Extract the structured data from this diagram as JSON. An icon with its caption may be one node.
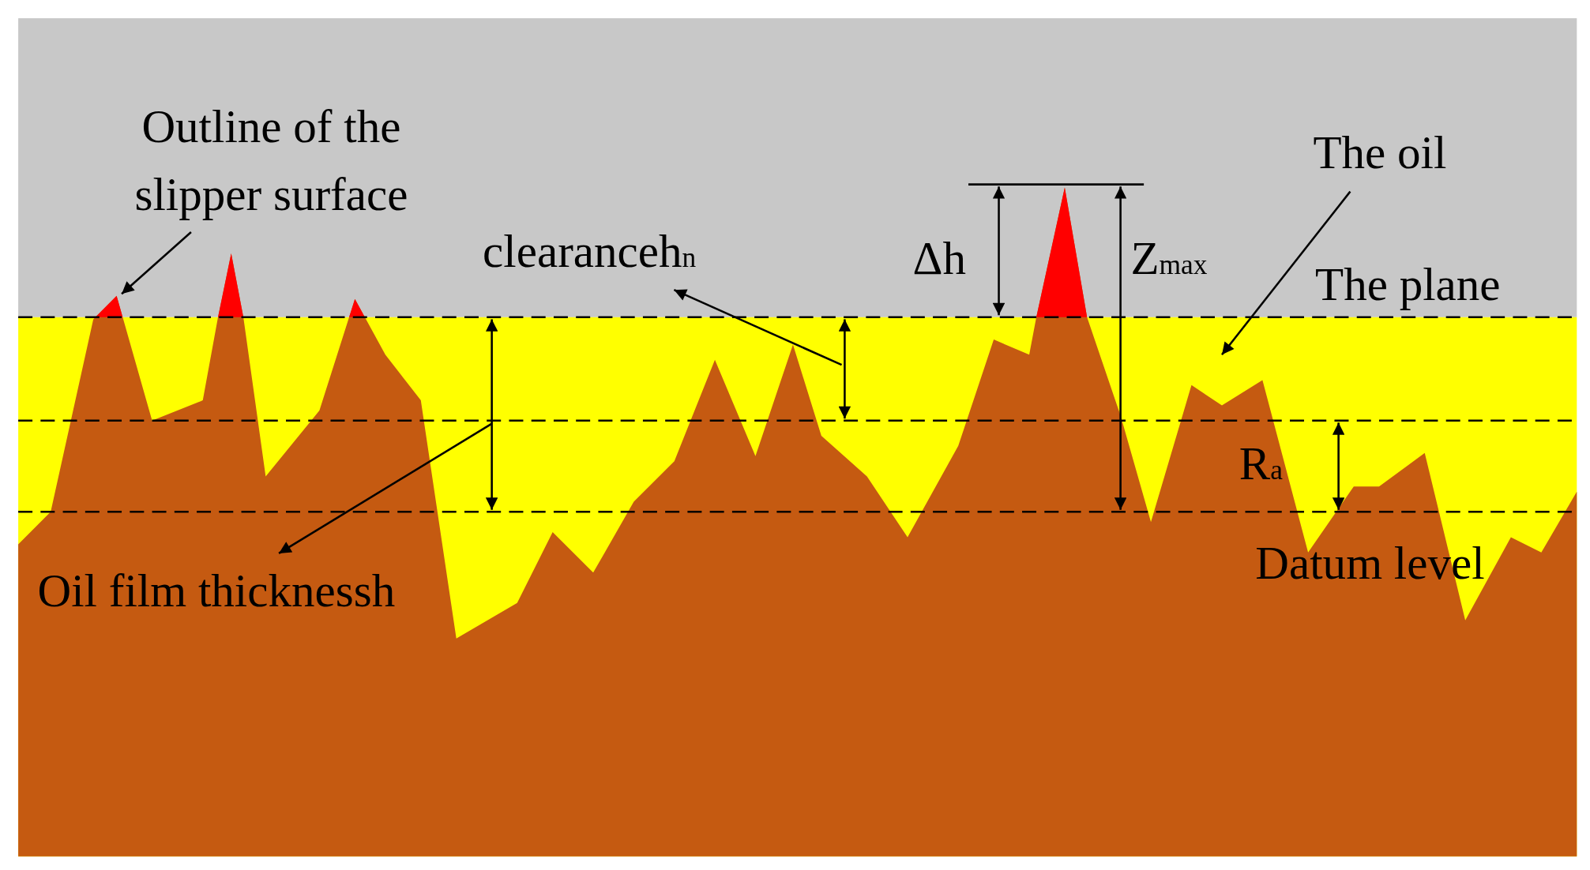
{
  "diagram": {
    "nodes": [
      {
        "text": [
          "Outline of the slipper surface"
        ]
      },
      {
        "text": [
          "clearanceh$_{n}$"
        ]
      },
      {
        "text": [
          "Oil film thicknessh"
        ]
      },
      {
        "text": [
          "The oil"
        ]
      }
    ],
    "edges": [
      {
        "from": 0,
        "to": null,
        "arrow": "to"
      },
      {
        "from": null,
        "to": 1,
        "arrow": "to"
      },
      {
        "from": null,
        "to": 2,
        "arrow": "to"
      },
      {
        "from": 3,
        "to": null,
        "arrow": "to"
      }
    ],
    "labels": [
      "Δh",
      "Z$_{max}$",
      "The plane",
      "R$_{a}$",
      "Datum level"
    ]
  }
}
